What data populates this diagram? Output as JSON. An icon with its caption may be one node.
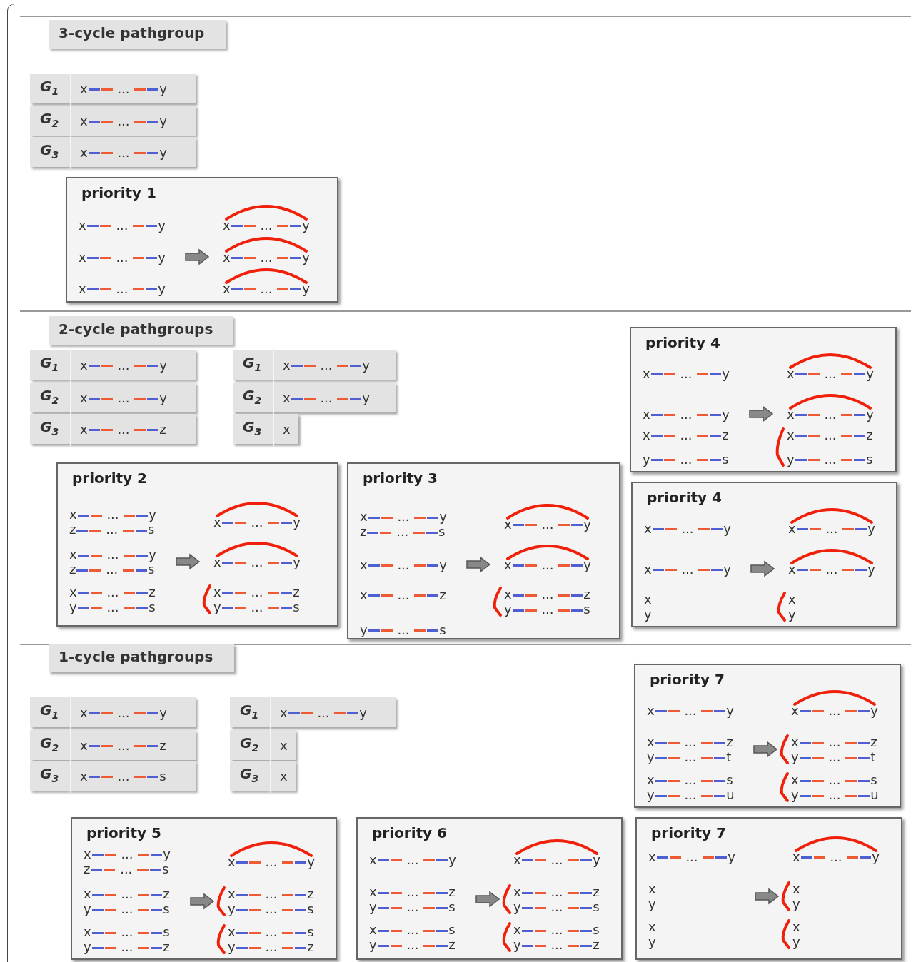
{
  "diagram": {
    "nodes": [
      {
        "text": [
          "3-cycle pathgroup"
        ]
      },
      {
        "text": [
          "G$_{1}$",
          "x ... y"
        ]
      },
      {
        "text": [
          "G$_{2}$",
          "x ... y"
        ]
      },
      {
        "text": [
          "G$_{3}$",
          "x ... y"
        ]
      },
      {
        "text": [
          "priority 1",
          "x ... y",
          "x ... y",
          "x ... y",
          "x ... y",
          "x ... y",
          "x ... y"
        ]
      },
      {
        "text": [
          "2-cycle pathgroups"
        ]
      },
      {
        "text": [
          "G$_{1}$",
          "x ... y"
        ]
      },
      {
        "text": [
          "G$_{2}$",
          "x ... y"
        ]
      },
      {
        "text": [
          "G$_{3}$",
          "x ... z"
        ]
      },
      {
        "text": [
          "G$_{1}$",
          "x ... y"
        ]
      },
      {
        "text": [
          "G$_{2}$",
          "x ... y"
        ]
      },
      {
        "text": [
          "G$_{3}$",
          "x"
        ]
      },
      {
        "text": [
          "priority 4",
          "x ... y",
          "x ... y",
          "x ... y",
          "x ... y",
          "x ... z",
          "x ... z",
          "y ... s",
          "y ... s"
        ]
      },
      {
        "text": [
          "priority 2",
          "x ... y",
          "z ... s",
          "x ... y",
          "x ... y",
          "z ... s",
          "x ... y",
          "x ... z",
          "y ... s",
          "x ... z",
          "y ... s"
        ]
      },
      {
        "text": [
          "priority 3",
          "x ... y",
          "z ... s",
          "x ... y",
          "x ... y",
          "x ... y",
          "x ... z",
          "x ... z",
          "y ... s",
          "y ... s"
        ]
      },
      {
        "text": [
          "priority 4",
          "x ... y",
          "x ... y",
          "x ... y",
          "x ... y",
          "x",
          "y",
          "x",
          "y"
        ]
      },
      {
        "text": [
          "1-cycle pathgroups"
        ]
      },
      {
        "text": [
          "G$_{1}$",
          "x ... y"
        ]
      },
      {
        "text": [
          "G$_{2}$",
          "x ... z"
        ]
      },
      {
        "text": [
          "G$_{3}$",
          "x ... s"
        ]
      },
      {
        "text": [
          "G$_{1}$",
          "x ... y"
        ]
      },
      {
        "text": [
          "G$_{2}$",
          "x"
        ]
      },
      {
        "text": [
          "G$_{3}$",
          "x"
        ]
      },
      {
        "text": [
          "priority 7",
          "x ... y",
          "x ... y",
          "x ... z",
          "y ... t",
          "x ... z",
          "y ... t",
          "x ... s",
          "y ... u",
          "x ... s",
          "y ... u"
        ]
      },
      {
        "text": [
          "priority 5",
          "x ... y",
          "z ... s",
          "x ... y",
          "x ... z",
          "y ... s",
          "x ... z",
          "y ... s",
          "x ... s",
          "y ... z",
          "x ... s",
          "y ... z"
        ]
      },
      {
        "text": [
          "priority 6",
          "x ... y",
          "x ... y",
          "x ... z",
          "y ... s",
          "x ... z",
          "y ... s",
          "x ... s",
          "y ... z",
          "x ... s",
          "y ... z"
        ]
      },
      {
        "text": [
          "priority 7",
          "x ... y",
          "x ... y",
          "x",
          "y",
          "x",
          "y",
          "x",
          "y",
          "x",
          "y"
        ]
      }
    ]
  }
}
